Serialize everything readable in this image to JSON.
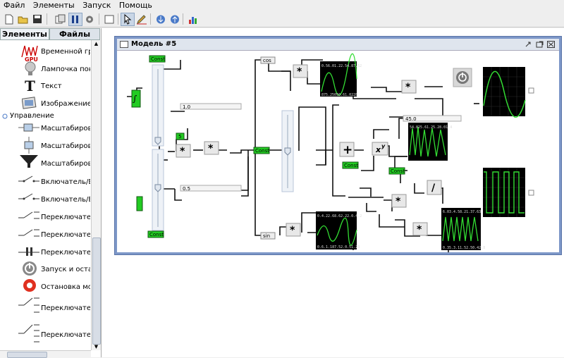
{
  "menu": [
    "Файл",
    "Элементы",
    "Запуск",
    "Помощь"
  ],
  "toolbar": {
    "icons": [
      "new-file-icon",
      "open-folder-icon",
      "save-icon",
      "copy-icon",
      "pause-icon",
      "settings-icon",
      "rectangle-icon",
      "pointer-icon",
      "pencil-icon",
      "download-icon",
      "upload-icon",
      "chart-icon"
    ],
    "active_color": "#c9d6e6"
  },
  "left_panel": {
    "tabs": [
      "Элементы",
      "Файлы"
    ],
    "items": [
      {
        "label": "Временной графи",
        "icon": "time-graph-icon"
      },
      {
        "label": "Лампочка показы",
        "icon": "lamp-icon"
      },
      {
        "label": "Текст",
        "icon": "text-icon"
      },
      {
        "label": "Изображение",
        "icon": "image-icon"
      },
      {
        "label": "Управление",
        "icon": "folder-icon"
      },
      {
        "label": "Масштабировани",
        "icon": "scale-h-icon"
      },
      {
        "label": "Масштабировани",
        "icon": "scale-v-icon"
      },
      {
        "label": "Масштабировани",
        "icon": "scale-funnel-icon"
      },
      {
        "label": "Включатель/Выкл",
        "icon": "switch-icon"
      },
      {
        "label": "Включатель/Выкл",
        "icon": "switch-icon"
      },
      {
        "label": "Переключатель к",
        "icon": "toggle-icon"
      },
      {
        "label": "Переключатель к",
        "icon": "toggle-icon"
      },
      {
        "label": "Переключатель к",
        "icon": "toggle-icon"
      },
      {
        "label": "Запуск и останов",
        "icon": "power-icon"
      },
      {
        "label": "Остановка модел",
        "icon": "stop-icon"
      },
      {
        "label": "Переключатель к",
        "icon": "multi-switch-icon"
      },
      {
        "label": "Переключатель к",
        "icon": "multi-switch-icon"
      }
    ]
  },
  "model_window": {
    "title": "Модель #5",
    "controls": [
      "restore-icon",
      "maximize-icon",
      "close-icon"
    ]
  },
  "blocks": {
    "const_label": "Const",
    "const_5": "5",
    "field_1": "1.0",
    "field_2": "0.5",
    "field_3": "45.0",
    "cos": "cos",
    "sin": "sin",
    "op_mul": "*",
    "op_add": "+",
    "op_div": "/",
    "op_pow": "x",
    "op_pow_sup": "y",
    "integ": "∫"
  },
  "scope_readouts": {
    "s1_top": "0.56.01.22.54.87.52",
    "s1_bot": "875.25050.61.0228",
    "s2_top": "54.825.61.25.28.01.4",
    "s2_bot": "0.6.1.187.52.0.51.23",
    "s3_top": "0.4.22.68.62.22.0.4.2",
    "s4_top": "6.03.4.58.21.37.63.2",
    "s4_bot": "0.35.3.11.52.50.42.8"
  },
  "colors": {
    "const_green": "#22cc22",
    "scope_bg": "#000000",
    "scope_wave": "#33dd33",
    "window_border": "#7d97c8"
  }
}
